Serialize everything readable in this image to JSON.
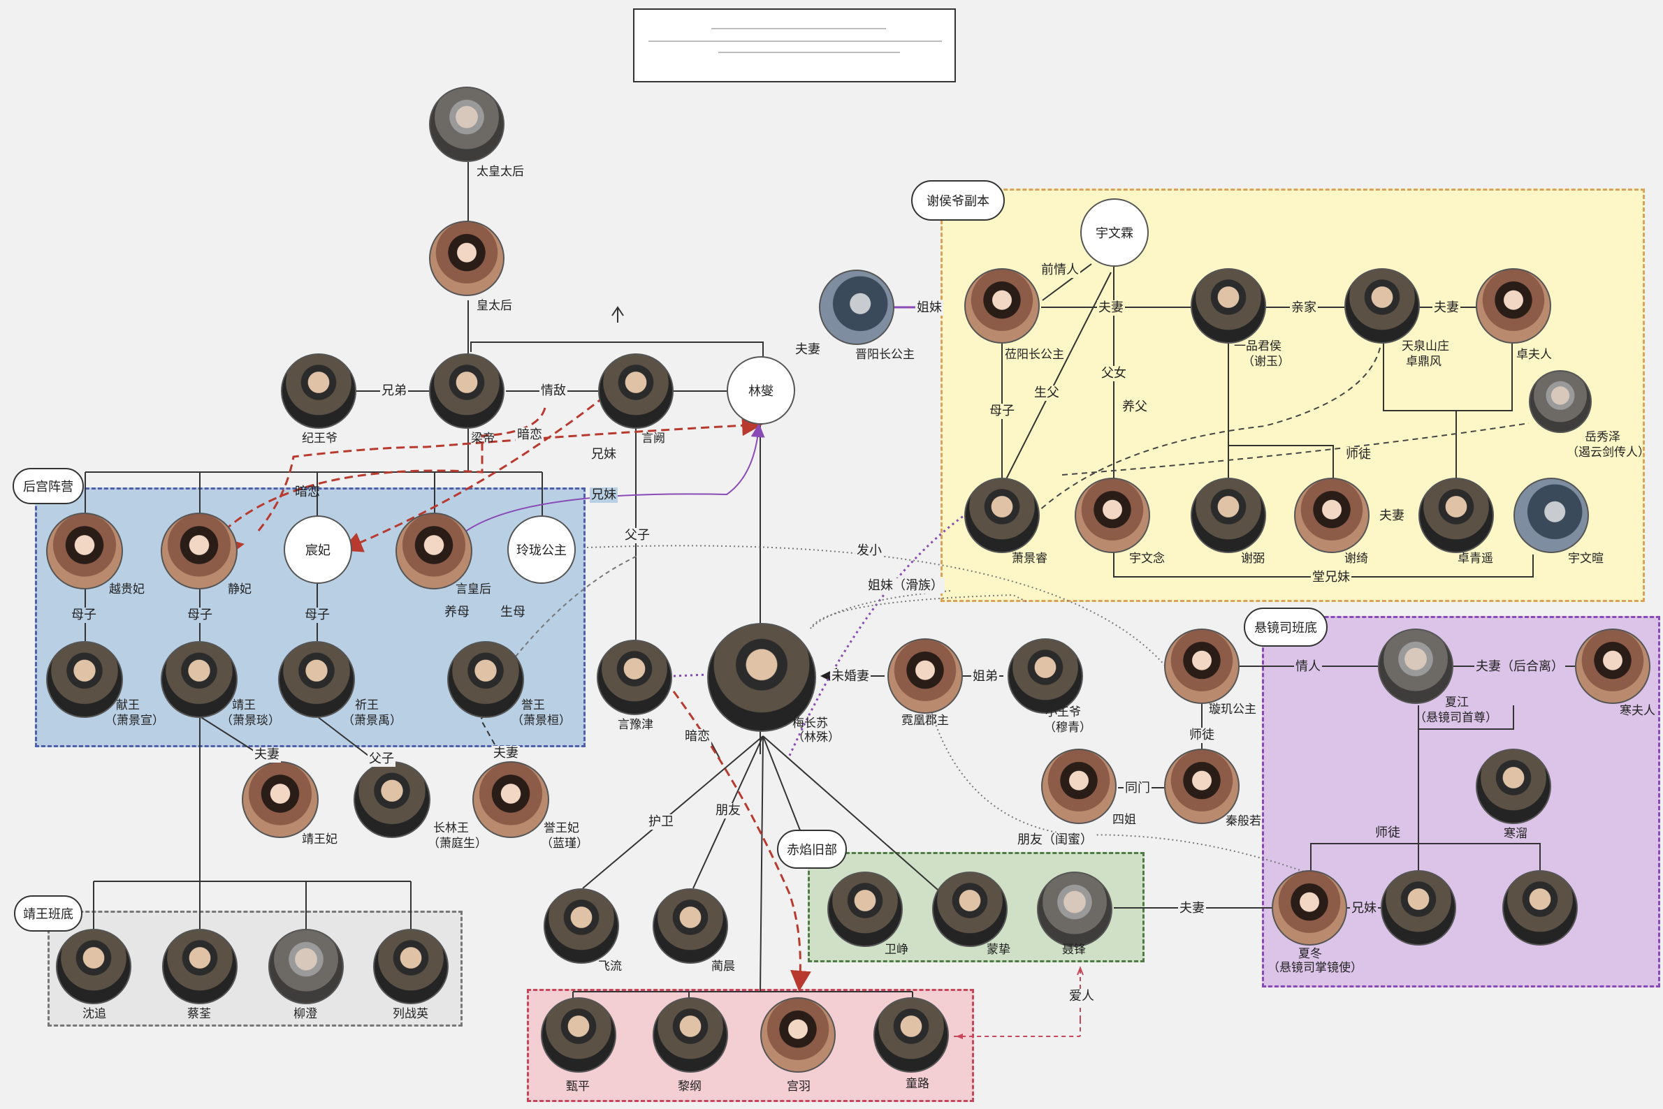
{
  "groups": {
    "harem": "后宫阵营",
    "xie": "谢侯爷副本",
    "xuanjing": "悬镜司班底",
    "chiyan": "赤焰旧部",
    "jingwang": "靖王班底"
  },
  "people": {
    "taihuang": "太皇太后",
    "huangtai": "皇太后",
    "jiwang": "纪王爷",
    "liangdi": "梁帝",
    "yanque": "言阙",
    "linxie": "林燮",
    "jinyang": "晋阳长公主",
    "yuegui": "越贵妃",
    "jingfei": "静妃",
    "chenfei": "宸妃",
    "yanhou": "言皇后",
    "linglong": "玲珑公主",
    "xianwang": "献王",
    "xianwang_n": "（萧景宣）",
    "jingw": "靖王",
    "jingw_n": "（萧景琰）",
    "qiwang": "祈王",
    "qiwang_n": "（萧景禹）",
    "yuwang": "誉王",
    "yuwang_n": "（萧景桓）",
    "jingwangfei": "靖王妃",
    "changlin": "长林王",
    "changlin_n": "（萧庭生）",
    "yuwangfei": "誉王妃",
    "yuwangfei_n": "（蓝瑾）",
    "yanyujin": "言豫津",
    "meichangsu": "梅长苏",
    "meichangsu_n": "（林殊）",
    "nihuang": "霓凰郡主",
    "muqing": "小王爷",
    "muqing_n": "（穆青）",
    "lipyang": "莅阳长公主",
    "yuwenlin": "宇文霖",
    "xieyu": "一品君侯",
    "xieyu_n": "（谢玉）",
    "zhuodingfeng": "天泉山庄",
    "zhuodingfeng_n": "卓鼎风",
    "zhuofuren": "卓夫人",
    "yuexiuze": "岳秀泽",
    "yuexiuze_n": "（遏云剑传人）",
    "xiaojingrui": "萧景睿",
    "yuwennian": "宇文念",
    "xiebi": "谢弼",
    "xieqi": "谢绮",
    "zhuoqingyao": "卓青遥",
    "yuwenxuan": "宇文暄",
    "xuanji": "璇玑公主",
    "xiajiang": "夏江",
    "xiajiang_n": "（悬镜司首尊）",
    "hanfuren": "寒夫人",
    "qinbanruo": "秦般若",
    "sijie": "四姐",
    "xiadong": "夏冬",
    "xiadong_n": "（悬镜司掌镜使）",
    "xiadong2": "",
    "xiadong3": "",
    "hanwei": "寒溜",
    "weizheng": "卫峥",
    "mengzhi": "蒙挚",
    "niefeng": "聂锋",
    "feiliu": "飞流",
    "linchen": "蔺晨",
    "zhenping": "甄平",
    "ligang": "黎纲",
    "gongyu": "宫羽",
    "tonglu": "童路",
    "shenzhui": "沈追",
    "caiquan": "蔡荃",
    "liucheng": "柳澄",
    "liezhanying": "列战英"
  },
  "relations": {
    "r_xiongdi": "兄弟",
    "r_qingdi": "情敌",
    "r_anlian1": "暗恋",
    "r_anlian2": "暗恋",
    "r_anlian3": "暗恋",
    "r_xiongmei1": "兄妹",
    "r_xiongmei2": "兄妹",
    "r_xiongmei3": "兄妹",
    "r_fuqi_lin": "夫妻",
    "r_zimei_jy": "姐妹",
    "r_muzi1": "母子",
    "r_muzi2": "母子",
    "r_muzi3": "母子",
    "r_yangmu": "养母",
    "r_shengmu": "生母",
    "r_fuqi_jw": "夫妻",
    "r_fuzi_cl": "父子",
    "r_fuqi_yw": "夫妻",
    "r_fuzi_yan": "父子",
    "r_faxiao": "发小",
    "r_zimei_hua": "姐妹（滑族）",
    "r_weihun": "未婚妻",
    "r_jiedi": "姐弟",
    "r_huwei": "护卫",
    "r_pengyou": "朋友",
    "r_qianqingren": "前情人",
    "r_fuqi_xie": "夫妻",
    "r_qinjia": "亲家",
    "r_fuqi_zhuo": "夫妻",
    "r_fun": "父女",
    "r_shengfu": "生父",
    "r_muzi_xie": "母子",
    "r_yangfu": "养父",
    "r_shitu1": "师徒",
    "r_fuqi_zq": "夫妻",
    "r_tangxiong": "堂兄妹",
    "r_qingren": "情人",
    "r_fuqi_xia": "夫妻（后合离）",
    "r_shitu2": "师徒",
    "r_tongmen": "同门",
    "r_pengyou_gm": "朋友（闺蜜）",
    "r_shitu3": "师徒",
    "r_fuqi_nie": "夫妻",
    "r_airen": "爱人"
  }
}
